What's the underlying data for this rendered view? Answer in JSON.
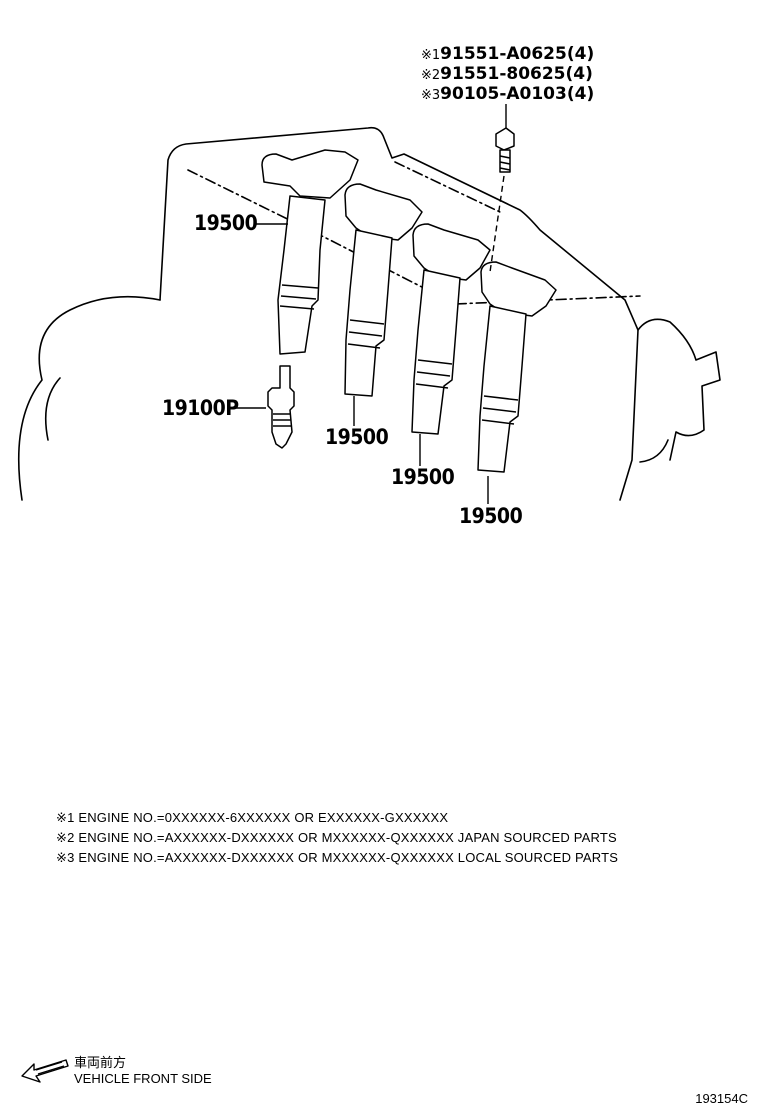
{
  "callouts": {
    "coil_1": "19500",
    "coil_2": "19500",
    "coil_3": "19500",
    "coil_4": "19500",
    "spark_plug": "19100P"
  },
  "fasteners": [
    {
      "marker": "※1",
      "part": "91551-A0625(4)"
    },
    {
      "marker": "※2",
      "part": "91551-80625(4)"
    },
    {
      "marker": "※3",
      "part": "90105-A0103(4)"
    }
  ],
  "notes": [
    "※1 ENGINE NO.=0XXXXXX-6XXXXXX OR EXXXXXX-GXXXXXX",
    "※2 ENGINE NO.=AXXXXXX-DXXXXXX OR MXXXXXX-QXXXXXX JAPAN SOURCED PARTS",
    "※3 ENGINE NO.=AXXXXXX-DXXXXXX OR MXXXXXX-QXXXXXX LOCAL SOURCED PARTS"
  ],
  "direction": {
    "label_jp": "車両前方",
    "label_en": "VEHICLE FRONT SIDE",
    "icon": "arrow-left-icon"
  },
  "figure_number": "193154C"
}
